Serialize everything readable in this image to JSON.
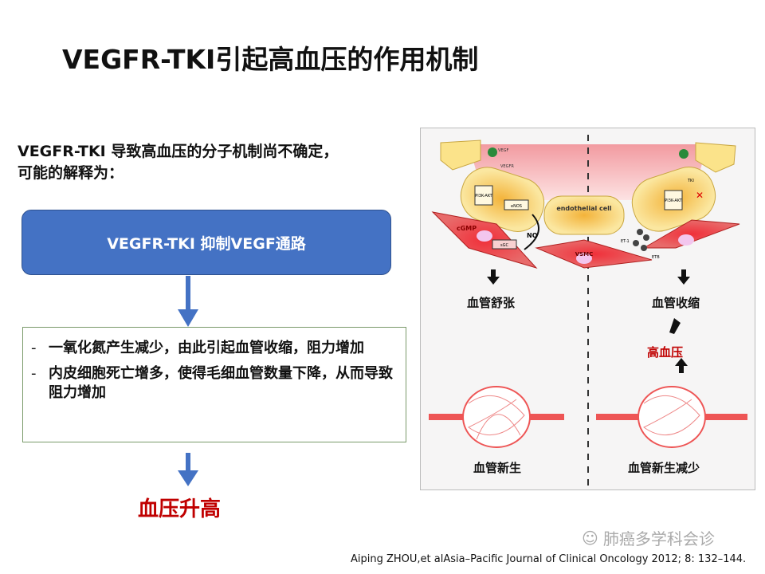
{
  "title": "VEGFR-TKI引起高血压的作用机制",
  "intro": [
    "VEGFR-TKI 导致高血压的分子机制尚不确定，",
    "可能的解释为："
  ],
  "mechanism_box": "VEGFR-TKI 抑制VEGF通路",
  "effects": [
    {
      "text": "一氧化氮产生减少，由此引起血管收缩，阻力增加"
    },
    {
      "text": "内皮细胞死亡增多，使得毛细血管数量下降，从而导致阻力增加"
    }
  ],
  "list_bullet": "-",
  "result": "血压升高",
  "figure": {
    "labels": {
      "vegf": "VEGF",
      "vegfr": "VEGFR",
      "pi3k": "PI3K-AKT",
      "enos": "eNOS",
      "endothelial": "endothelial cell",
      "cgmp": "cGMP",
      "sgc": "sGC",
      "no": "NO",
      "vsmc": "VSMC",
      "tki": "TKI",
      "et1": "ET-1",
      "etb": "ETB"
    },
    "left_top": "血管舒张",
    "right_top": "血管收缩",
    "hypertension": "高血压",
    "left_bottom": "血管新生",
    "right_bottom": "血管新生减少"
  },
  "watermark": "肺癌多学科会诊",
  "citation": "Aiping ZHOU,et alAsia–Pacific Journal of Clinical Oncology 2012; 8: 132–144.",
  "colors": {
    "blue": "#4472C4",
    "red": "#c00000"
  }
}
